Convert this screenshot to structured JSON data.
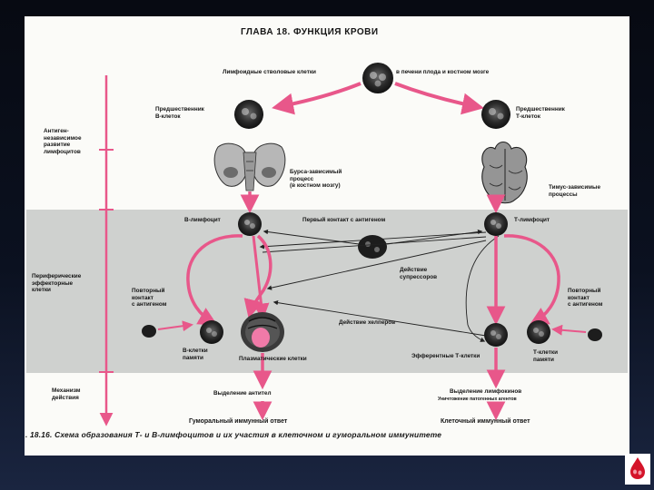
{
  "page": {
    "title": "ГЛАВА 18. ФУНКЦИЯ КРОВИ",
    "caption": ". 18.16. Схема образования Т- и В-лимфоцитов и их участия в клеточном и гуморальном иммунитете"
  },
  "labels": {
    "stem_cell_left": "Лимфоидные стволовые клетки",
    "stem_cell_right": "в печени плода и костном мозге",
    "b_precursor": "Предшественник\nВ-клеток",
    "t_precursor": "Предшественник\nТ-клеток",
    "bursa": "Бурса-зависимый\nпроцесс\n(в костном мозгу)",
    "thymus": "Тимус-зависимые\nпроцессы",
    "b_lymph": "В-лимфоцит",
    "t_lymph": "Т-лимфоцит",
    "first_contact": "Первый контакт  с антигеном",
    "suppressor": "Действие\nсупрессоров",
    "helper": "Действие хелперов",
    "repeat_left": "Повторный\nконтакт\nс антигеном",
    "repeat_right": "Повторный\nконтакт\nс антигеном",
    "b_memory": "В-клетки\nпамяти",
    "plasma": "Плазматические клетки",
    "effector_t": "Эфферентные Т-клетки",
    "t_memory": "Т-клетки\nпамяти",
    "antibodies": "Выделение антител",
    "lymphokines": "Выделение лимфокинов",
    "lymphokines_sub": "Уничтожение патогенных агентов",
    "humoral": "Гуморальный иммунный ответ",
    "cellular": "Клеточный иммунный ответ"
  },
  "side_labels": {
    "antigen_independent": "Антиген-\nнезависимое\nразвитие\nлимфоцитов",
    "peripheral": "Периферические\nэффекторные\nклетки",
    "mechanism": "Механизм\nдействия"
  },
  "colors": {
    "arrow_pink": "#e8578a",
    "plasma_pink": "#f07aa8",
    "band_gray": "#cfd1cf",
    "cell_dark": "#1e1e1e"
  }
}
